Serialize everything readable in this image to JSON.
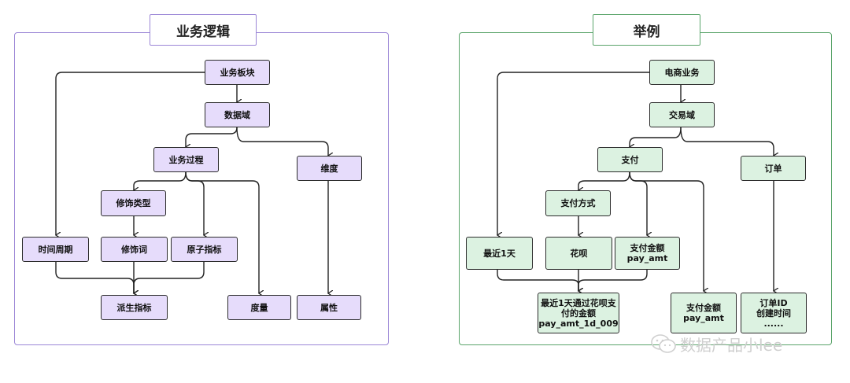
{
  "left_panel": {
    "title": "业务逻辑",
    "nodes": {
      "n_bankuai": "业务板块",
      "n_shujuyu": "数据域",
      "n_guocheng": "业务过程",
      "n_weidu": "维度",
      "n_xiushileixing": "修饰类型",
      "n_shijian": "时间周期",
      "n_xiushici": "修饰词",
      "n_yuanzi": "原子指标",
      "n_paisheng": "派生指标",
      "n_duliang": "度量",
      "n_shuxing": "属性"
    }
  },
  "right_panel": {
    "title": "举例",
    "nodes": {
      "n_dianshang": "电商业务",
      "n_jiaoyi": "交易域",
      "n_zhifu": "支付",
      "n_dingdan": "订单",
      "n_zhifufangshi": "支付方式",
      "n_zuijin": "最近1天",
      "n_huabei": "花呗",
      "n_zhifujine1": "支付金额\npay_amt",
      "n_result": "最近1天通过花呗支\n付的金额\npay_amt_1d_009",
      "n_zhifujine2": "支付金额\npay_amt",
      "n_dingdanid": "订单ID\n创建时间\n......"
    }
  },
  "watermark": {
    "text": "数据产品小lee"
  },
  "colors": {
    "purple_fill": "#e6dcfb",
    "green_fill": "#dcf2e1",
    "purple_border": "#9b86d6",
    "green_border": "#5aa46a"
  }
}
